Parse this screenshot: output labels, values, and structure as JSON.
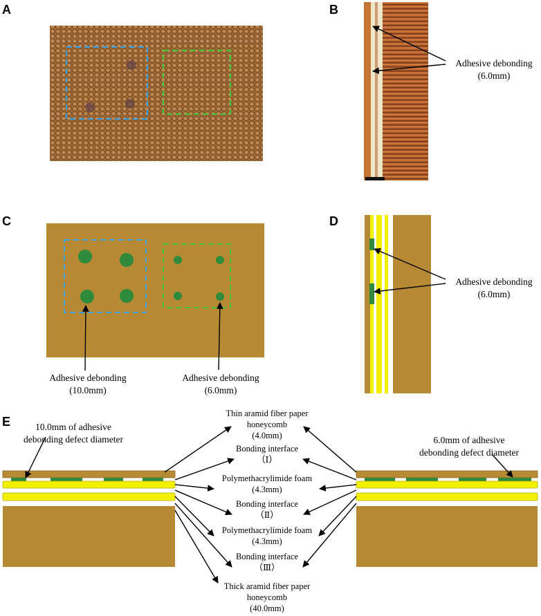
{
  "panels": {
    "a": "A",
    "b": "B",
    "c": "C",
    "d": "D",
    "e": "E"
  },
  "colors": {
    "honeycomb": "#b68a34",
    "photo_brown": "#a7602e",
    "defect_green": "#2f8a3c",
    "bond_yellow": "#f2ef00",
    "blue_dash": "#3b9fe0",
    "green_dash": "#47c23b"
  },
  "panel_b": {
    "label_line1": "Adhesive debonding",
    "label_line2": "(6.0mm)"
  },
  "panel_c": {
    "left_line1": "Adhesive debonding",
    "left_line2": "(10.0mm)",
    "right_line1": "Adhesive debonding",
    "right_line2": "(6.0mm)"
  },
  "panel_d": {
    "label_line1": "Adhesive debonding",
    "label_line2": "(6.0mm)"
  },
  "panel_e": {
    "left_note_line1": "10.0mm of adhesive",
    "left_note_line2": "debonding defect diameter",
    "right_note_line1": "6.0mm of adhesive",
    "right_note_line2": "debonding defect diameter",
    "layers": [
      {
        "line1": "Thin aramid fiber paper",
        "line2": "honeycomb",
        "line3": "(4.0mm)"
      },
      {
        "line1": "Bonding interface",
        "line2": "（Ⅰ）"
      },
      {
        "line1": "Polymethacrylimide foam",
        "line2": "(4.3mm)"
      },
      {
        "line1": "Bonding interface",
        "line2": "（Ⅱ）"
      },
      {
        "line1": "Polymethacrylimide foam",
        "line2": "(4.3mm)"
      },
      {
        "line1": "Bonding interface",
        "line2": "（Ⅲ）"
      },
      {
        "line1": "Thick aramid fiber paper",
        "line2": "honeycomb",
        "line3": "(40.0mm)"
      }
    ]
  }
}
